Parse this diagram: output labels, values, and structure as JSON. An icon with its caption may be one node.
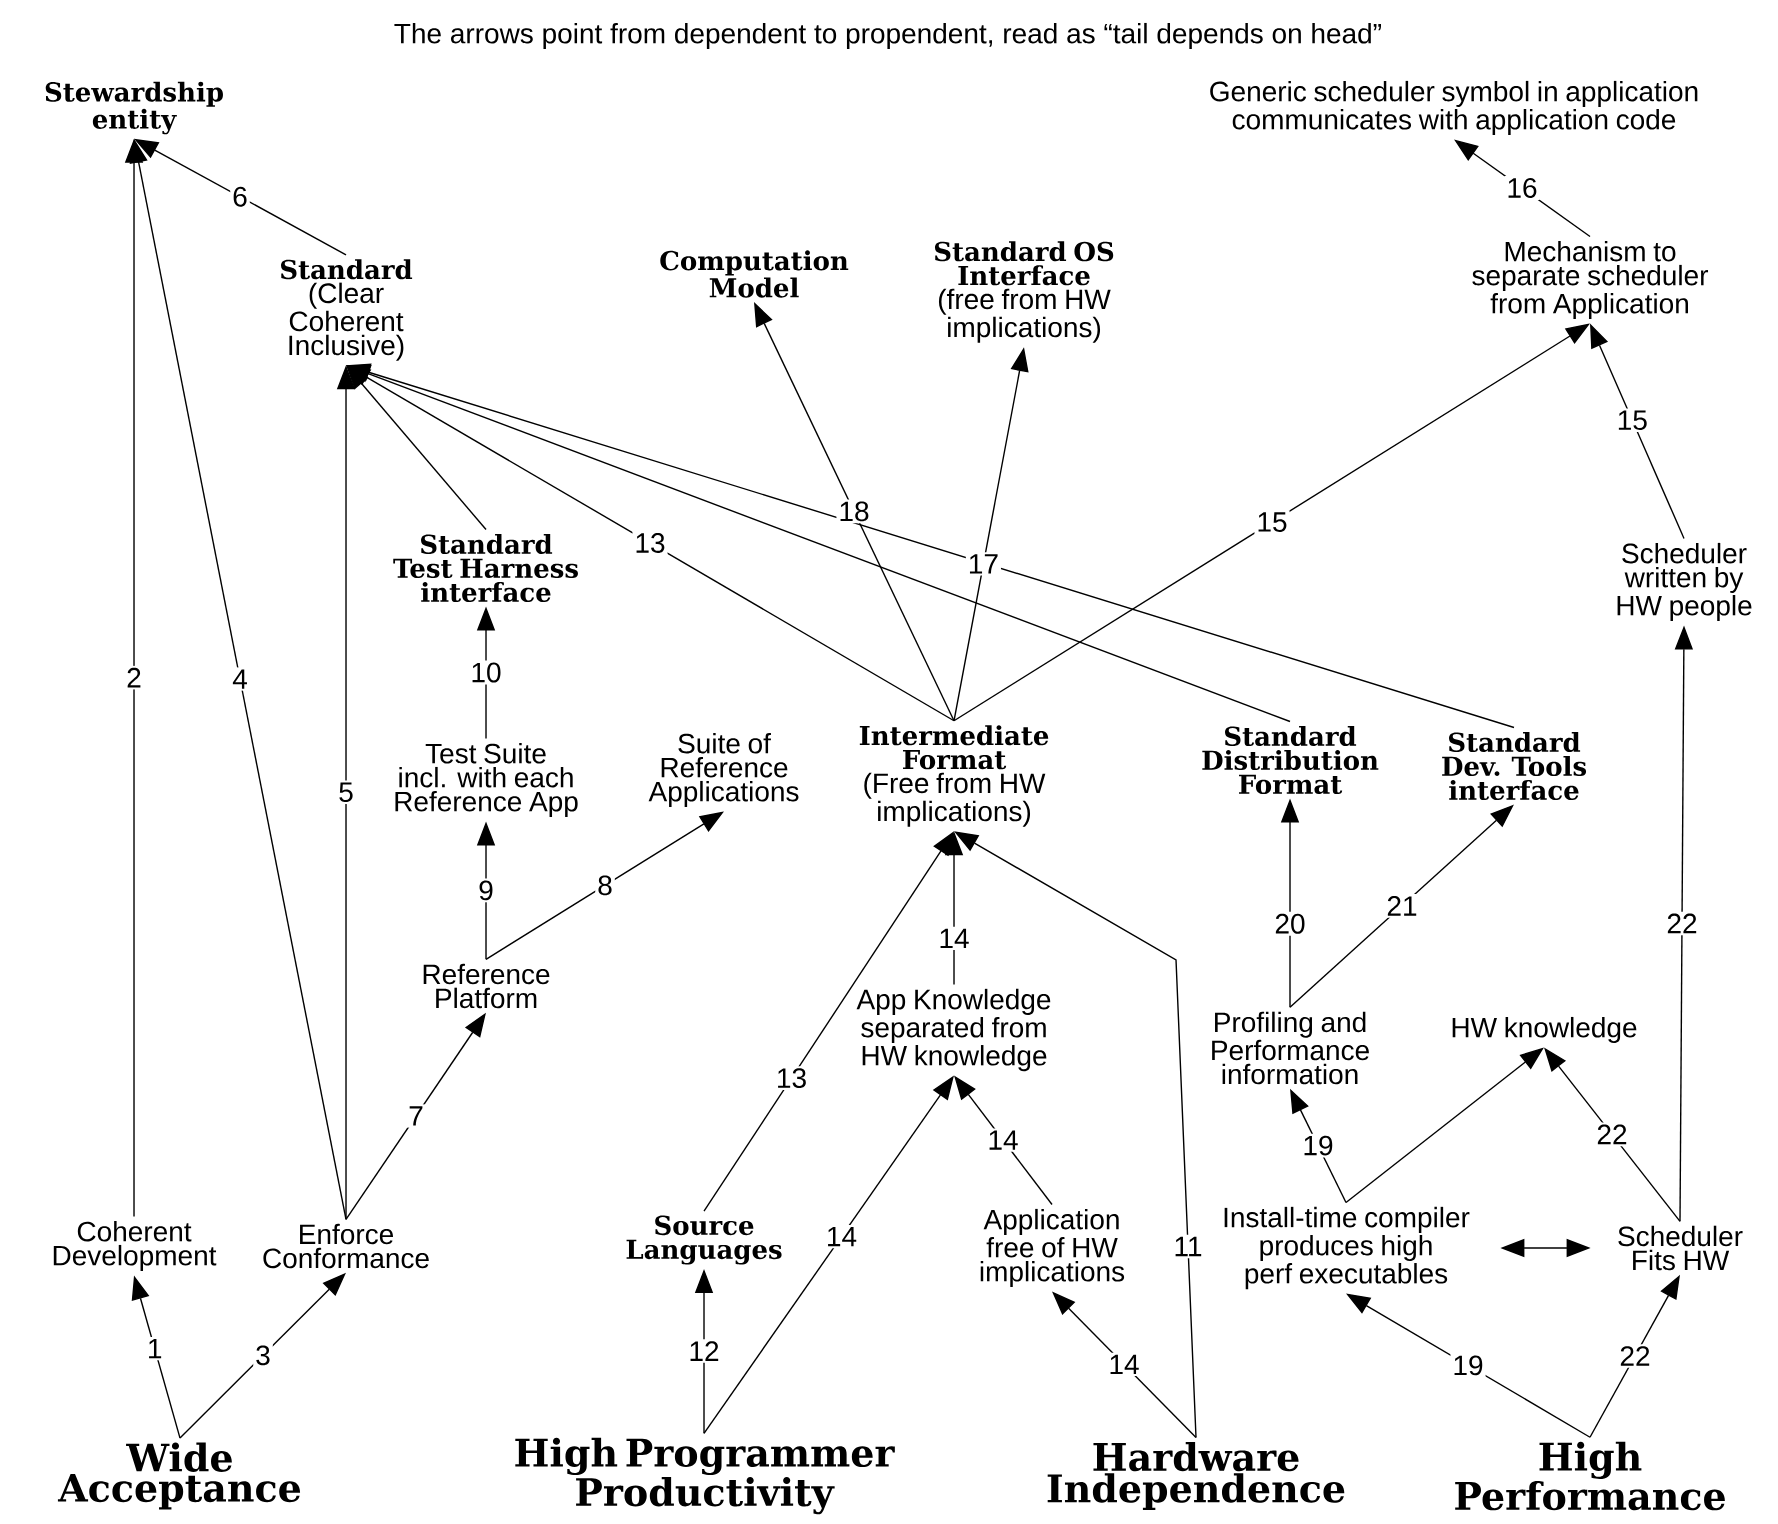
{
  "diagram": {
    "title": "The arrows point from dependent to propendent, read as “tail depends on head”",
    "nodes": [
      {
        "text": [
          "Stewardship entity"
        ]
      },
      {
        "text": [
          "Standard",
          "(Clear Coherent Inclusive)"
        ]
      },
      {
        "text": [
          "Computation Model"
        ]
      },
      {
        "text": [
          "Standard OS Interface",
          "(free from HW implications)"
        ]
      },
      {
        "text": [
          "Generic scheduler symbol in application communicates with application code"
        ]
      },
      {
        "text": [
          "Mechanism to separate scheduler from Application"
        ]
      },
      {
        "text": [
          "Standard Test Harness interface"
        ]
      },
      {
        "text": [
          "Scheduler written by HW people"
        ]
      },
      {
        "text": [
          "Test Suite incl. with each Reference App"
        ]
      },
      {
        "text": [
          "Suite of Reference Applications"
        ]
      },
      {
        "text": [
          "Intermediate Format",
          "(Free from HW implications)"
        ]
      },
      {
        "text": [
          "Standard Distribution Format"
        ]
      },
      {
        "text": [
          "Standard Dev. Tools interface"
        ]
      },
      {
        "text": [
          "Reference Platform"
        ]
      },
      {
        "text": [
          "App Knowledge separated from HW knowledge"
        ]
      },
      {
        "text": [
          "Profiling and Performance information"
        ]
      },
      {
        "text": [
          "HW knowledge"
        ]
      },
      {
        "text": [
          "Coherent Development"
        ]
      },
      {
        "text": [
          "Enforce Conformance"
        ]
      },
      {
        "text": [
          "Source Languages"
        ]
      },
      {
        "text": [
          "Application free of HW implications"
        ]
      },
      {
        "text": [
          "Install-time compiler produces high perf executables"
        ]
      },
      {
        "text": [
          "Scheduler Fits HW"
        ]
      },
      {
        "text": [
          "Wide Acceptance"
        ]
      },
      {
        "text": [
          "High Programmer Productivity"
        ]
      },
      {
        "text": [
          "Hardware Independence"
        ]
      },
      {
        "text": [
          "High Performance"
        ]
      }
    ],
    "edges": [
      {
        "from": 23,
        "to": 17,
        "arrow": "to",
        "label": "1"
      },
      {
        "from": 17,
        "to": 0,
        "arrow": "to",
        "label": "2"
      },
      {
        "from": 23,
        "to": 18,
        "arrow": "to",
        "label": "3"
      },
      {
        "from": 18,
        "to": 0,
        "arrow": "to",
        "label": "4"
      },
      {
        "from": 18,
        "to": 1,
        "arrow": "to",
        "label": "5"
      },
      {
        "from": 1,
        "to": 0,
        "arrow": "to",
        "label": "6"
      },
      {
        "from": 18,
        "to": 13,
        "arrow": "to",
        "label": "7"
      },
      {
        "from": 13,
        "to": 9,
        "arrow": "to",
        "label": "8"
      },
      {
        "from": 13,
        "to": 8,
        "arrow": "to",
        "label": "9"
      },
      {
        "from": 8,
        "to": 6,
        "arrow": "to",
        "label": "10"
      },
      {
        "from": 6,
        "to": 1,
        "arrow": "to"
      },
      {
        "from": 25,
        "to": 10,
        "arrow": "to",
        "label": "11"
      },
      {
        "from": 24,
        "to": 19,
        "arrow": "to",
        "label": "12"
      },
      {
        "from": 19,
        "to": 10,
        "arrow": "to",
        "label": "13"
      },
      {
        "from": 10,
        "to": 1,
        "arrow": "to",
        "label": "13"
      },
      {
        "from": 24,
        "to": 14,
        "arrow": "to",
        "label": "14"
      },
      {
        "from": 20,
        "to": 14,
        "arrow": "to",
        "label": "14"
      },
      {
        "from": 25,
        "to": 20,
        "arrow": "to",
        "label": "14"
      },
      {
        "from": 14,
        "to": 10,
        "arrow": "to",
        "label": "14"
      },
      {
        "from": 10,
        "to": 2,
        "arrow": "to",
        "label": "18"
      },
      {
        "from": 10,
        "to": 3,
        "arrow": "to",
        "label": "17"
      },
      {
        "from": 10,
        "to": 5,
        "arrow": "to",
        "label": "15"
      },
      {
        "from": 7,
        "to": 5,
        "arrow": "to",
        "label": "15"
      },
      {
        "from": 5,
        "to": 4,
        "arrow": "to",
        "label": "16"
      },
      {
        "from": 11,
        "to": 1,
        "arrow": "to"
      },
      {
        "from": 12,
        "to": 1,
        "arrow": "to"
      },
      {
        "from": 15,
        "to": 11,
        "arrow": "to",
        "label": "20"
      },
      {
        "from": 15,
        "to": 12,
        "arrow": "to",
        "label": "21"
      },
      {
        "from": 26,
        "to": 21,
        "arrow": "to",
        "label": "19"
      },
      {
        "from": 21,
        "to": 15,
        "arrow": "to",
        "label": "19"
      },
      {
        "from": 21,
        "to": 16,
        "arrow": "to"
      },
      {
        "from": 26,
        "to": 22,
        "arrow": "to",
        "label": "22"
      },
      {
        "from": 22,
        "to": 16,
        "arrow": "to",
        "label": "22"
      },
      {
        "from": 22,
        "to": 7,
        "arrow": "to",
        "label": "22"
      },
      {
        "from": 21,
        "to": 22,
        "arrow": "both"
      }
    ]
  }
}
